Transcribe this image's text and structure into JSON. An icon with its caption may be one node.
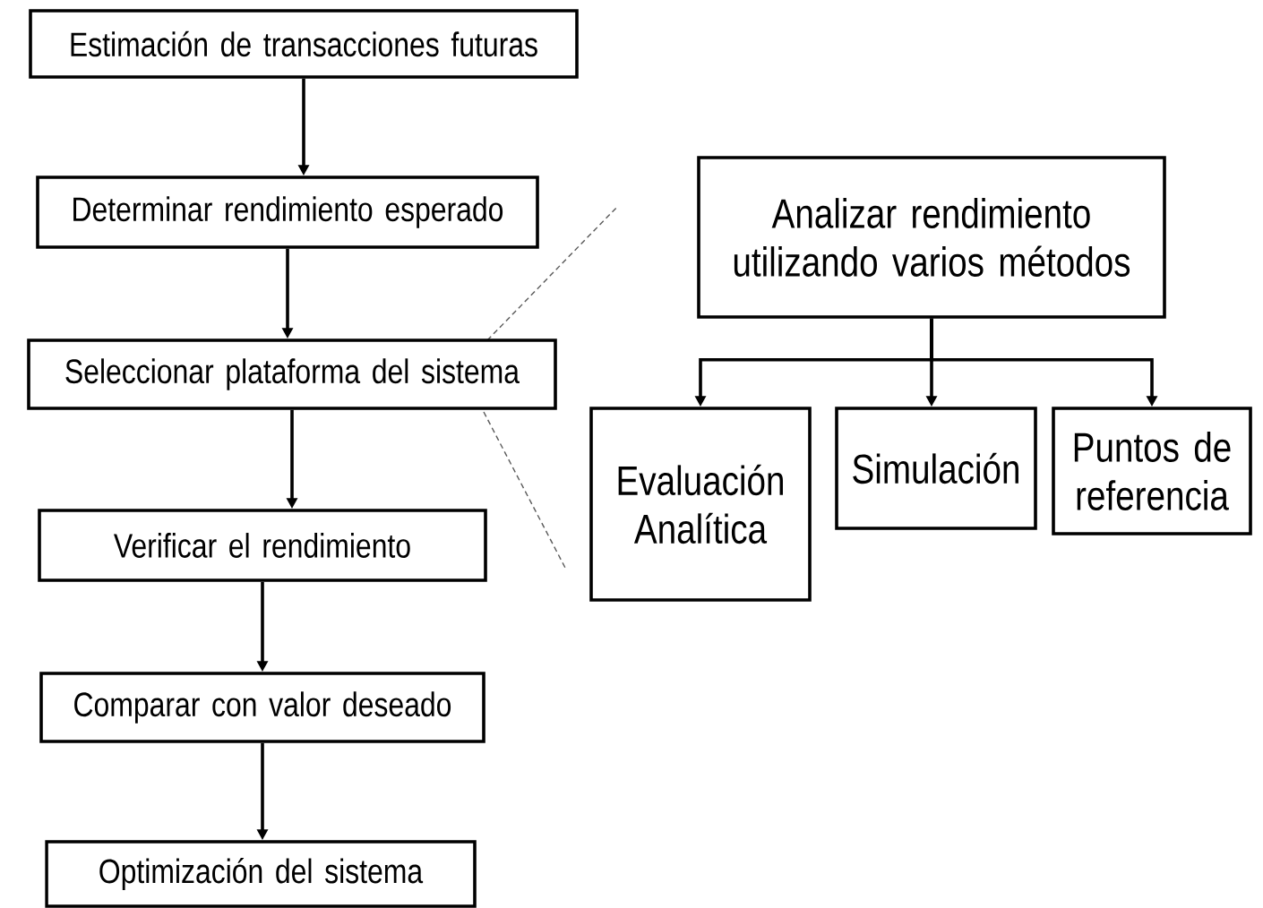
{
  "diagram": {
    "nodes": [
      {
        "text": [
          "Estimación de transacciones futuras"
        ]
      },
      {
        "text": [
          "Determinar rendimiento esperado"
        ]
      },
      {
        "text": [
          "Seleccionar plataforma del sistema"
        ]
      },
      {
        "text": [
          "Verificar el rendimiento"
        ]
      },
      {
        "text": [
          "Comparar con valor deseado"
        ]
      },
      {
        "text": [
          "Optimización del sistema"
        ]
      },
      {
        "text": [
          "Analizar rendimiento utilizando varios métodos"
        ]
      },
      {
        "text": [
          "Evaluación Analítica"
        ]
      },
      {
        "text": [
          "Simulación"
        ]
      },
      {
        "text": [
          "Puntos de referencia"
        ]
      }
    ],
    "edges": [
      {
        "from": 0,
        "to": 1,
        "arrow": "to"
      },
      {
        "from": 1,
        "to": 2,
        "arrow": "to"
      },
      {
        "from": 2,
        "to": 3,
        "arrow": "to"
      },
      {
        "from": 3,
        "to": 4,
        "arrow": "to"
      },
      {
        "from": 4,
        "to": 5,
        "arrow": "to"
      },
      {
        "from": 6,
        "to": 7,
        "arrow": "to"
      },
      {
        "from": 6,
        "to": 8,
        "arrow": "to"
      },
      {
        "from": 6,
        "to": 9,
        "arrow": "to"
      }
    ]
  }
}
